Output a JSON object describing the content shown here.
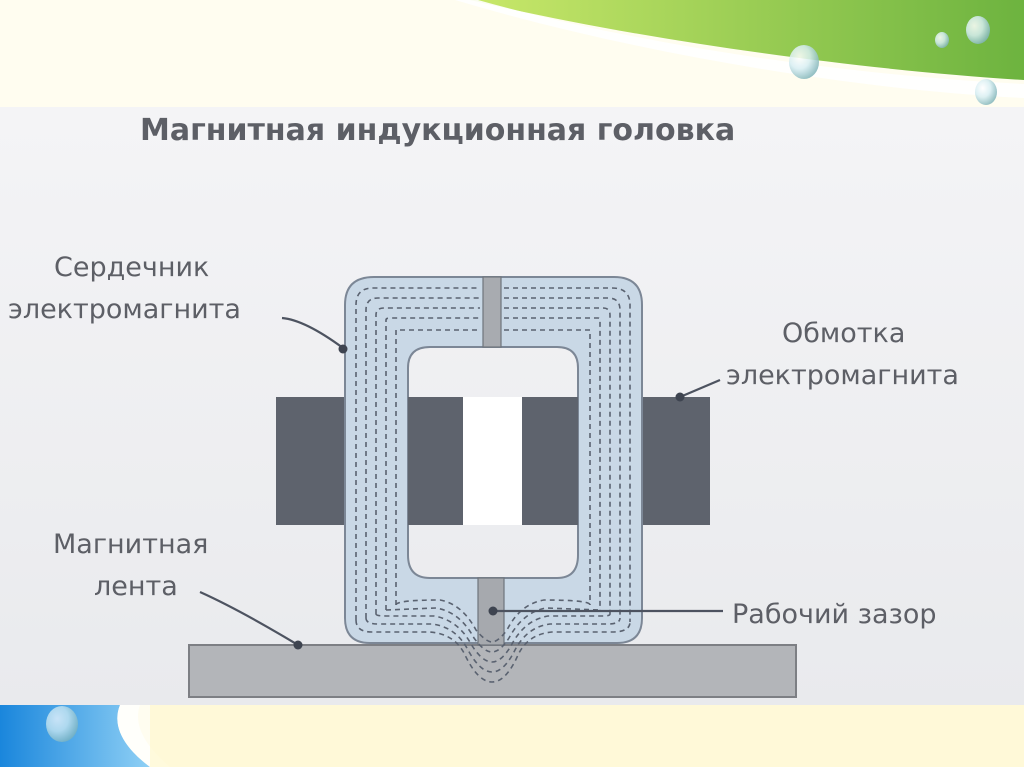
{
  "title": "Магнитная индукционная головка",
  "labels": {
    "core_line1": "Сердечник",
    "core_line2": "электромагнита",
    "winding_line1": "Обмотка",
    "winding_line2": "электромагнита",
    "tape_line1": "Магнитная",
    "tape_line2": "лента",
    "gap": "Рабочий зазор"
  },
  "colors": {
    "core_fill": "#c9d8e6",
    "core_stroke": "#7c8796",
    "winding_fill": "#5e636d",
    "tape_fill": "#b3b5b9",
    "gap_fill": "#a6a9ae",
    "panel_bg": "#eeeff1",
    "accent_green": "#8cc63f",
    "accent_blue": "#1e8fe0"
  }
}
